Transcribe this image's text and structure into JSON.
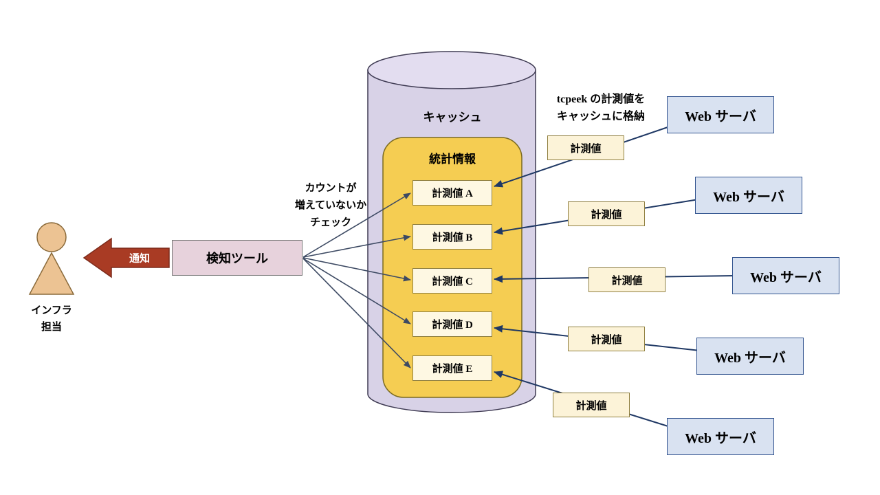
{
  "cache": {
    "label": "キャッシュ",
    "stats_label": "統計情報"
  },
  "metrics": [
    {
      "label": "計測値 A"
    },
    {
      "label": "計測値 B"
    },
    {
      "label": "計測値 C"
    },
    {
      "label": "計測値 D"
    },
    {
      "label": "計測値 E"
    }
  ],
  "tags": [
    {
      "label": "計測値"
    },
    {
      "label": "計測値"
    },
    {
      "label": "計測値"
    },
    {
      "label": "計測値"
    },
    {
      "label": "計測値"
    }
  ],
  "web_servers": [
    {
      "label": "Web サーバ"
    },
    {
      "label": "Web サーバ"
    },
    {
      "label": "Web サーバ"
    },
    {
      "label": "Web サーバ"
    },
    {
      "label": "Web サーバ"
    }
  ],
  "detector": {
    "label": "検知ツール"
  },
  "notification": {
    "label": "通知"
  },
  "person": {
    "line1": "インフラ",
    "line2": "担当"
  },
  "annotations": {
    "store": {
      "line1": "tcpeek の計測値を",
      "line2": "キャッシュに格納"
    },
    "check": {
      "line1": "カウントが",
      "line2": "増えていないか",
      "line3": "チェック"
    }
  },
  "colors": {
    "cylinder_fill": "#D8D2E7",
    "cylinder_top_fill": "#E3DDF0",
    "stats_fill": "#F5CD52",
    "metric_fill": "#FEF8E3",
    "tag_fill": "#FCF3D8",
    "web_server_fill": "#D9E2F1",
    "detector_fill": "#E7D2DC",
    "notify_arrow_fill": "#A93B24",
    "flow_arrow_color": "#1F3864",
    "person_fill": "#ECC393"
  }
}
